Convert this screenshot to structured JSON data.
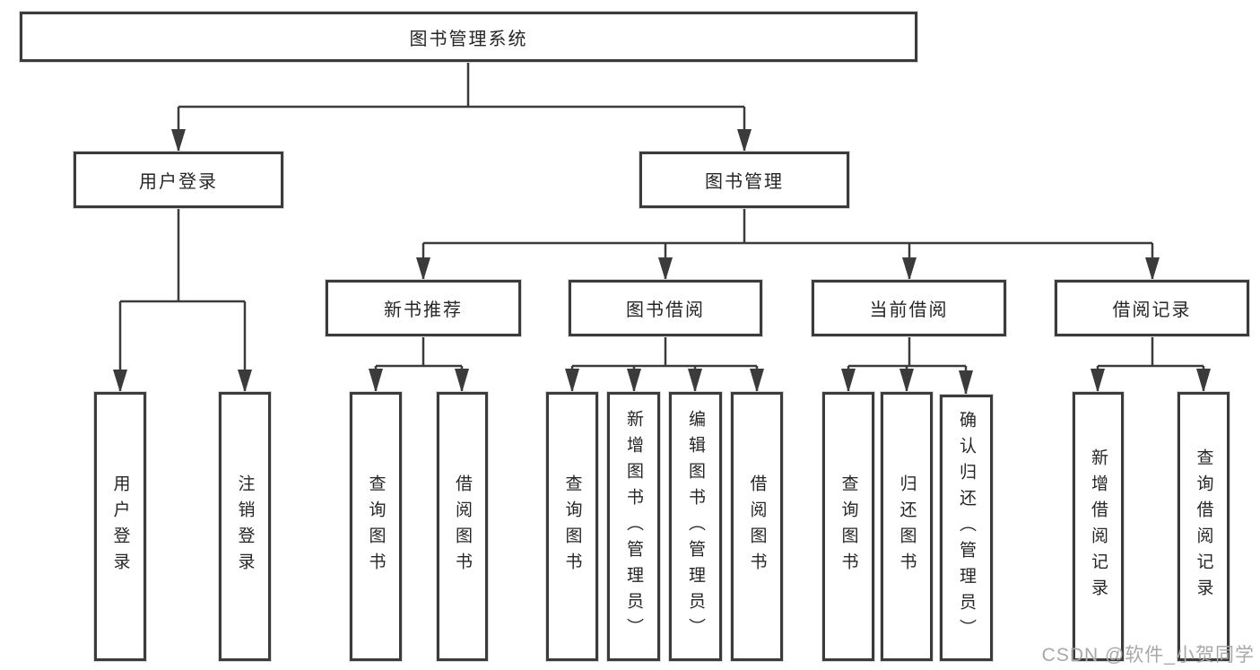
{
  "diagram": {
    "title": "图书管理系统",
    "nodes": {
      "root": "图书管理系统",
      "user_login": "用户登录",
      "book_mgmt": "图书管理",
      "new_book_rec": "新书推荐",
      "book_borrow": "图书借阅",
      "current_borrow": "当前借阅",
      "borrow_record": "借阅记录",
      "leaf_user_login": "用户登录",
      "leaf_logout": "注销登录",
      "leaf_query_book_1": "查询图书",
      "leaf_borrow_book_1": "借阅图书",
      "leaf_query_book_2": "查询图书",
      "leaf_add_book": "新增图书（管理员）",
      "leaf_edit_book": "编辑图书（管理员）",
      "leaf_borrow_book_2": "借阅图书",
      "leaf_query_book_3": "查询图书",
      "leaf_return_book": "归还图书",
      "leaf_confirm_return": "确认归还（管理员）",
      "leaf_add_record": "新增借阅记录",
      "leaf_query_record": "查询借阅记录"
    },
    "hierarchy": {
      "图书管理系统": {
        "用户登录": [
          "用户登录",
          "注销登录"
        ],
        "图书管理": {
          "新书推荐": [
            "查询图书",
            "借阅图书"
          ],
          "图书借阅": [
            "查询图书",
            "新增图书（管理员）",
            "编辑图书（管理员）",
            "借阅图书"
          ],
          "当前借阅": [
            "查询图书",
            "归还图书",
            "确认归还（管理员）"
          ],
          "借阅记录": [
            "新增借阅记录",
            "查询借阅记录"
          ]
        }
      }
    },
    "watermark": "CSDN @软件_小贺同学",
    "colors": {
      "line": "#3b3b3b",
      "box_border": "#3b3b3b",
      "text": "#262626",
      "watermark": "#a8a8a8",
      "background": "#ffffff"
    }
  }
}
